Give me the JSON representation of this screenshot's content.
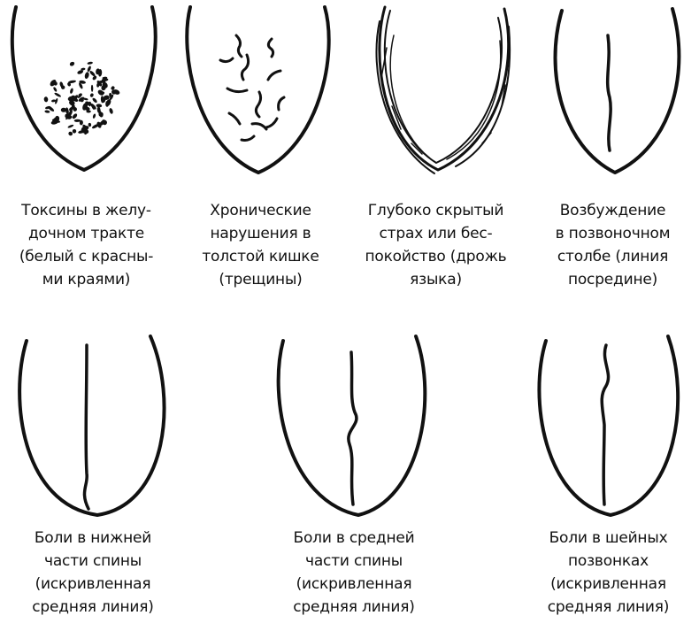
{
  "top_row": [
    {
      "id": "toxins",
      "lines": [
        "Токсины в желу-",
        "дочном тракте",
        "(белый с красны-",
        "ми краями)"
      ]
    },
    {
      "id": "chronic",
      "lines": [
        "Хронические",
        "нарушения в",
        "толстой кишке",
        "(трещины)"
      ]
    },
    {
      "id": "fear",
      "lines": [
        "Глубоко скрытый",
        "страх или бес-",
        "покойство (дрожь",
        "языка)"
      ]
    },
    {
      "id": "spine",
      "lines": [
        "Возбуждение",
        "в позвоночном",
        "столбе (линия",
        "посредине)"
      ]
    }
  ],
  "bottom_row": [
    {
      "id": "lower-back",
      "lines": [
        "Боли в нижней",
        "части спины",
        "(искривленная",
        "средняя линия)"
      ]
    },
    {
      "id": "mid-back",
      "lines": [
        "Боли в средней",
        "части спины",
        "(искривленная",
        "средняя линия)"
      ]
    },
    {
      "id": "neck",
      "lines": [
        "Боли в шейных",
        "позвонках",
        "(искривленная",
        "средняя линия)"
      ]
    }
  ],
  "colors": {
    "ink": "#111111",
    "background": "#ffffff"
  }
}
